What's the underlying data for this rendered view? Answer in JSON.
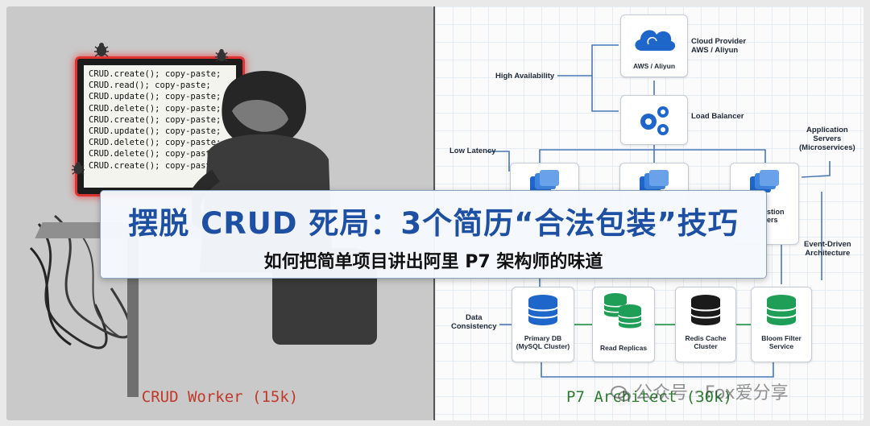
{
  "banner": {
    "title": "摆脱 CRUD 死局：3个简历“合法包装”技巧",
    "subtitle": "如何把简单项目讲出阿里 P7 架构师的味道"
  },
  "left_panel": {
    "code_lines": [
      "CRUD.create(); copy-paste;",
      "CRUD.read(); copy-paste;",
      "CRUD.update(); copy-paste;",
      "CRUD.delete(); copy-paste;",
      "CRUD.create(); copy-paste;",
      "CRUD.update(); copy-paste;",
      "CRUD.delete(); copy-paste;",
      "CRUD.delete(); copy-paste;",
      "CRUD.create(); copy-paste;..."
    ],
    "caption": "CRUD Worker (15k)"
  },
  "right_panel": {
    "cloud_node_label": "AWS / Aliyun",
    "cloud_provider_label": "Cloud Provider\nAWS / Aliyun",
    "load_balancer_label": "Load Balancer",
    "high_availability_label": "High Availability",
    "low_latency_label": "Low Latency",
    "app_servers_label": "Application\nServers\n(Microservices)",
    "event_driven_label": "Event-Driven\nArchitecture",
    "data_consistency_label": "Data\nConsistency",
    "partial_node_label": "stion\ners",
    "db_nodes": [
      {
        "label": "Primary DB\n(MySQL Cluster)",
        "color": "#1e66c9"
      },
      {
        "label": "Read Replicas",
        "color": "#1f9e57"
      },
      {
        "label": "Redis Cache\nCluster",
        "color": "#1a1a1a"
      },
      {
        "label": "Bloom Filter\nService",
        "color": "#1f9e57"
      }
    ],
    "caption": "P7 Architect (30k)"
  },
  "watermark": {
    "text": "公众号 · Fox爱分享"
  }
}
